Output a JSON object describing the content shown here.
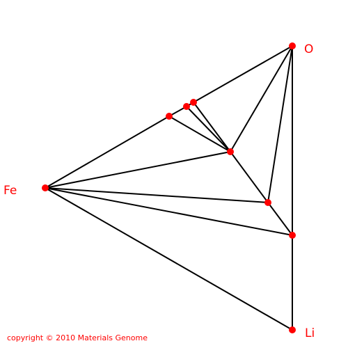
{
  "diagram": {
    "vertices": {
      "fe": "Fe",
      "o": "O",
      "li": "Li"
    },
    "copyright": "copyright © 2010 Materials Genome"
  },
  "colors": {
    "line": "#000000",
    "node": "#ff0000",
    "label": "#ff0000"
  }
}
